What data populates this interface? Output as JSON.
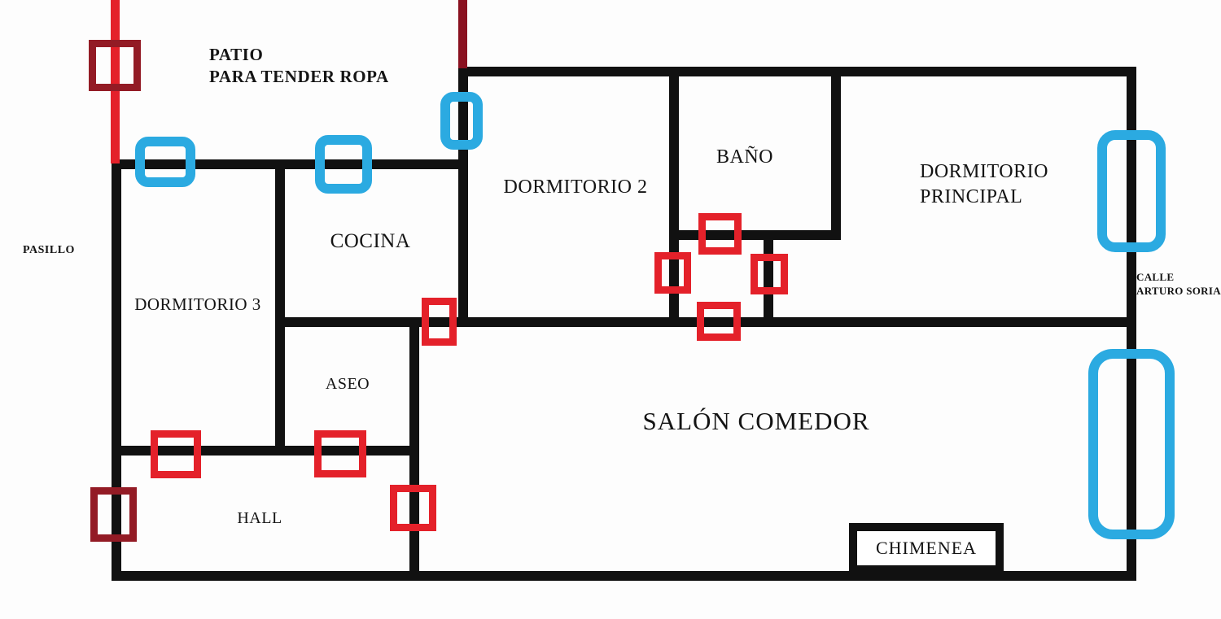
{
  "colors": {
    "wall": "#111111",
    "door_red": "#e4212a",
    "entry_maroon": "#931b25",
    "dark_line": "#8a1120",
    "window_blue": "#2baae1",
    "bg": "#fdfdfd",
    "text": "#141414"
  },
  "rooms": {
    "patio": {
      "line1": "PATIO",
      "line2": "PARA TENDER ROPA"
    },
    "pasillo": {
      "label": "PASILLO"
    },
    "dormitorio3": {
      "label": "DORMITORIO 3"
    },
    "cocina": {
      "label": "COCINA"
    },
    "aseo": {
      "label": "ASEO"
    },
    "hall": {
      "label": "HALL"
    },
    "dormitorio2": {
      "label": "DORMITORIO 2"
    },
    "bano": {
      "label": "BAÑO"
    },
    "dormitorio_principal": {
      "line1": "DORMITORIO",
      "line2": "PRINCIPAL"
    },
    "salon_comedor": {
      "label": "SALÓN COMEDOR"
    },
    "chimenea": {
      "label": "CHIMENEA"
    },
    "calle": {
      "line1": "CALLE",
      "line2": "ARTURO SORIA"
    }
  }
}
